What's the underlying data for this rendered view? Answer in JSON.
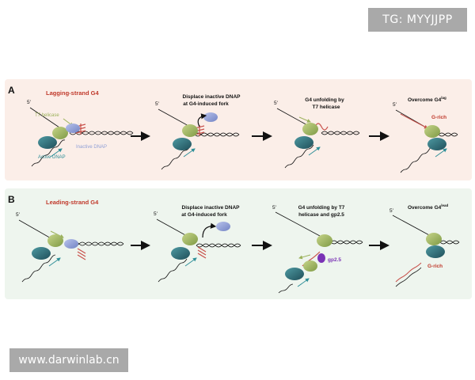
{
  "colors": {
    "panel_a_bg": "#fbeee8",
    "panel_b_bg": "#eef5ee",
    "title_red": "#c0392b",
    "helicase_green": "#9bb15a",
    "active_dnap": "#2f6f78",
    "inactive_dnap": "#8f9fd6",
    "g4_red": "#c8504a",
    "gp25_purple": "#7a32b5",
    "arrow_black": "#111111"
  },
  "watermarks": {
    "tg": "TG: MYYJJPP",
    "url": "www.darwinlab.cn"
  },
  "panel_a": {
    "letter": "A",
    "title": "Lagging-strand G4",
    "five_prime": "5'",
    "t7_helicase": "T7 helicase",
    "inactive_dnap": "Inactive DNAP",
    "active_dnap": "Active DNAP",
    "step2": [
      "Displace inactive DNAP",
      "at G4-induced fork"
    ],
    "step3": [
      "G4 unfolding by",
      "T7 helicase"
    ],
    "step4": "Overcome G4",
    "step4_sup": "lag",
    "g_rich": "G-rich"
  },
  "panel_b": {
    "letter": "B",
    "title": "Leading-strand G4",
    "five_prime": "5'",
    "step2": [
      "Displace inactive DNAP",
      "at G4-induced fork"
    ],
    "step3": [
      "G4 unfolding by T7",
      "helicase and gp2.5"
    ],
    "gp25": "gp2.5",
    "step4": "Overcome G4",
    "step4_sup": "lead",
    "g_rich": "G-rich"
  }
}
